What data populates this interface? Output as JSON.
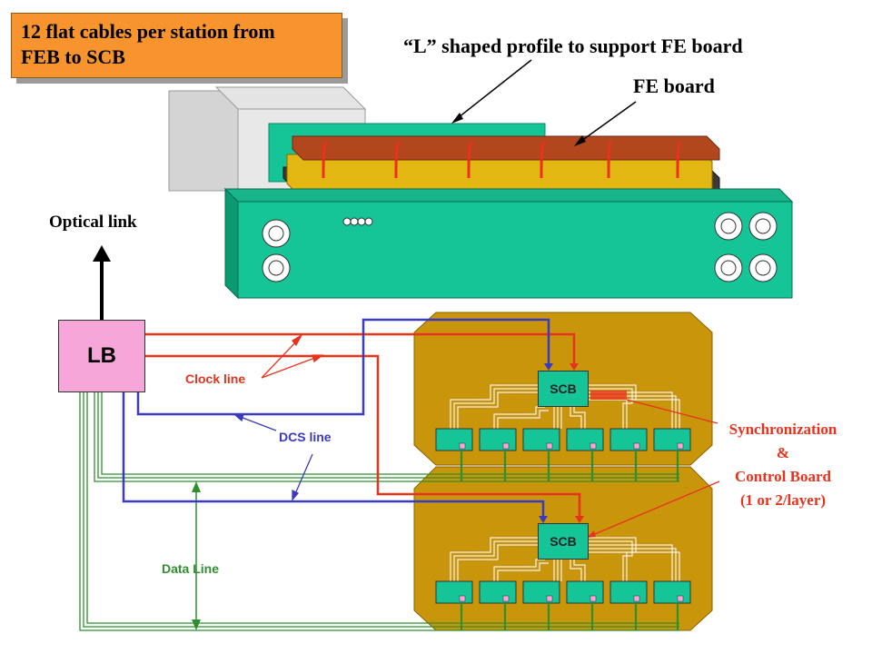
{
  "title_box": {
    "line1": "12 flat cables per station from",
    "line2": "FEB to SCB"
  },
  "labels": {
    "l_profile": "“L” shaped profile to support  FE board",
    "fe_board": "FE board",
    "optical_link": "Optical link",
    "lb": "LB",
    "clock_line": "Clock line",
    "dcs_line": "DCS line",
    "data_line": "Data Line",
    "scb_top": "SCB",
    "scb_bottom": "SCB",
    "sync_line1": "Synchronization",
    "sync_line2": "&",
    "sync_line3": "Control Board",
    "sync_line4": "(1 or 2/layer)"
  },
  "colors": {
    "orange_box": "#f7942d",
    "green_board": "#15c497",
    "gold_panel": "#c9950a",
    "clock_line": "#e8331c",
    "dcs_line": "#3a3ac0",
    "data_line": "#2f8f2f",
    "lb_pink": "#f6a6d8"
  }
}
